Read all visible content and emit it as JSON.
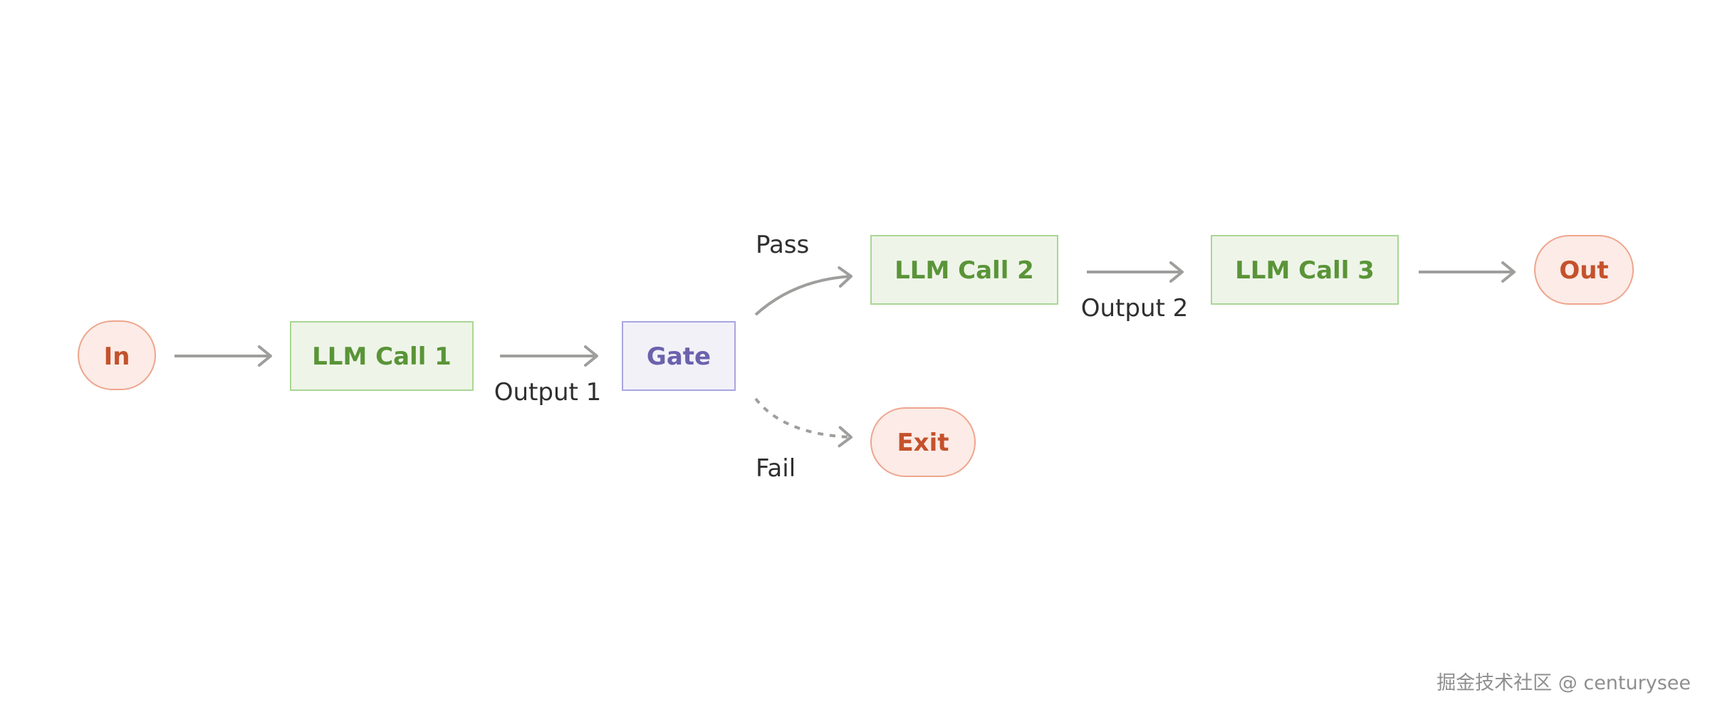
{
  "nodes": {
    "in": "In",
    "llm_call_1": "LLM Call 1",
    "gate": "Gate",
    "llm_call_2": "LLM Call 2",
    "llm_call_3": "LLM Call 3",
    "out": "Out",
    "exit": "Exit"
  },
  "edges": {
    "output_1": "Output 1",
    "pass": "Pass",
    "fail": "Fail",
    "output_2": "Output 2"
  },
  "watermark": "掘金技术社区 @ centurysee",
  "colors": {
    "terminal_fill": "#fcebe6",
    "terminal_stroke": "#eea58d",
    "terminal_text": "#c4522c",
    "llm_fill": "#eef5e8",
    "llm_stroke": "#a9d694",
    "llm_text": "#5a9438",
    "gate_fill": "#f2f1f8",
    "gate_stroke": "#a9a5e0",
    "gate_text": "#6b62ad",
    "arrow": "#9e9e9c"
  }
}
